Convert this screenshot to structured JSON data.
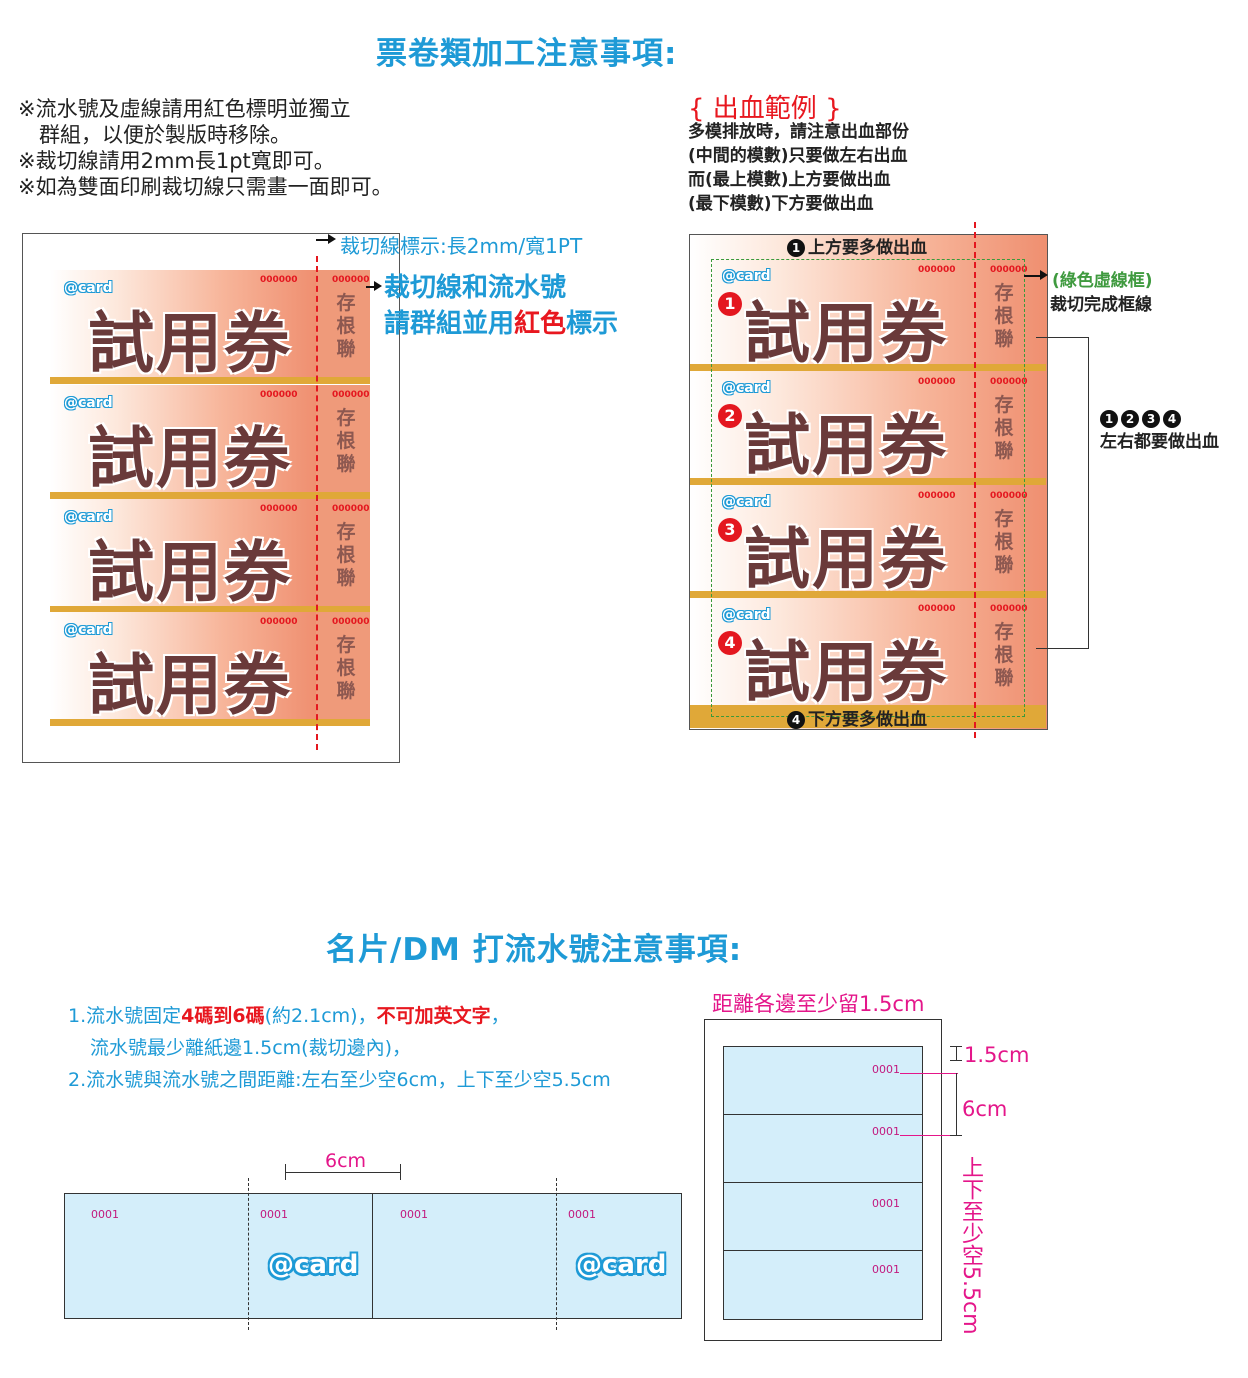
{
  "section1": {
    "title": "票卷類加工注意事項:",
    "notes": [
      "※流水號及虛線請用紅色標明並獨立",
      "　群組，以便於製版時移除。",
      "※裁切線請用2mm長1pt寬即可。",
      "※如為雙面印刷裁切線只需畫一面即可。"
    ],
    "cut_mark_label": "裁切線標示:長2mm/寬1PT",
    "group_note_line1": "裁切線和流水號",
    "group_note_line2_a": "請群組並用",
    "group_note_line2_b": "紅色",
    "group_note_line2_c": "標示",
    "ticket_text": "試用券",
    "stub_text": "存根聯",
    "serial": "000000",
    "logo": "@card"
  },
  "bleed": {
    "heading": "{ 出血範例 }",
    "notes": [
      "多模排放時，請注意出血部份",
      "(中間的模數)只要做左右出血",
      "而(最上模數)上方要做出血",
      "(最下模數)下方要做出血"
    ],
    "top_label": "上方要多做出血",
    "top_num": "1",
    "bottom_label": "下方要多做出血",
    "bottom_num": "4",
    "green_label": "(綠色虛線框)",
    "green_sub": "裁切完成框線",
    "side_nums": [
      "1",
      "2",
      "3",
      "4"
    ],
    "side_label": "左右都要做出血",
    "badges": [
      "1",
      "2",
      "3",
      "4"
    ]
  },
  "section2": {
    "title": "名片/DM 打流水號注意事項:",
    "line1_a": "1.流水號固定",
    "line1_b": "4碼到6碼",
    "line1_c": "(約2.1cm)，",
    "line1_d": "不可加英文字",
    "line1_e": "，",
    "line2": "流水號最少離紙邊1.5cm(裁切邊內)，",
    "line3": "2.流水號與流水號之間距離:左右至少空6cm，上下至少空5.5cm",
    "h_dim": "6cm",
    "num": "0001",
    "logo": "@card",
    "margin_label": "距離各邊至少留1.5cm",
    "dim_15": "1.5cm",
    "dim_6": "6cm",
    "vertical_label": "上下至少空5.5cm"
  }
}
